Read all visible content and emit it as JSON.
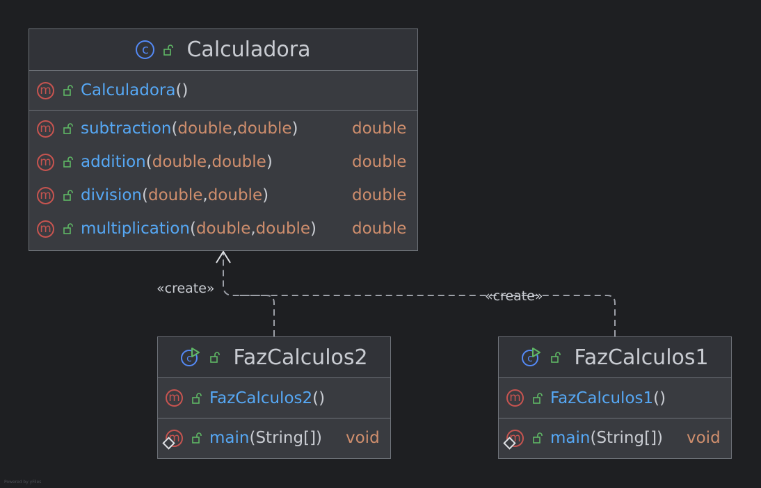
{
  "diagram": {
    "classes": {
      "calculadora": {
        "name": "Calculadora",
        "constructor": "Calculadora",
        "methods": [
          {
            "name": "subtraction",
            "params": [
              "double",
              "double"
            ],
            "return": "double"
          },
          {
            "name": "addition",
            "params": [
              "double",
              "double"
            ],
            "return": "double"
          },
          {
            "name": "division",
            "params": [
              "double",
              "double"
            ],
            "return": "double"
          },
          {
            "name": "multiplication",
            "params": [
              "double",
              "double"
            ],
            "return": "double"
          }
        ]
      },
      "fazcalculos2": {
        "name": "FazCalculos2",
        "constructor": "FazCalculos2",
        "main": {
          "name": "main",
          "param": "String[]",
          "return": "void"
        }
      },
      "fazcalculos1": {
        "name": "FazCalculos1",
        "constructor": "FazCalculos1",
        "main": {
          "name": "main",
          "param": "String[]",
          "return": "void"
        }
      }
    },
    "relations": [
      {
        "from": "FazCalculos2",
        "to": "Calculadora",
        "label": "«create»"
      },
      {
        "from": "FazCalculos1",
        "to": "Calculadora",
        "label": "«create»"
      }
    ],
    "watermark": "Powered by yFiles",
    "icons": {
      "class": "class-icon",
      "runnable_class": "runnable-class-icon",
      "method": "method-icon",
      "public": "public-lock-icon",
      "static": "static-diamond-icon"
    }
  }
}
